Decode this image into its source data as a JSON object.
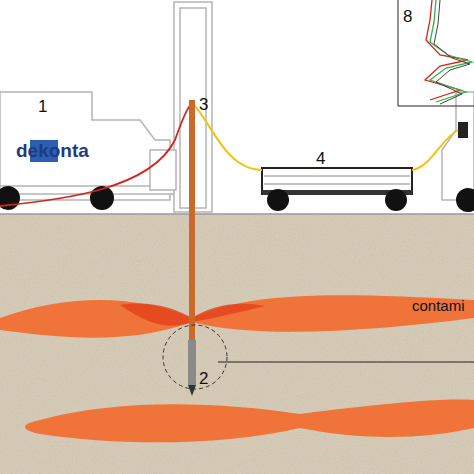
{
  "diagram": {
    "labels": [
      "1",
      "dekonta",
      "3",
      "4",
      "8",
      "2",
      "contami"
    ]
  }
}
